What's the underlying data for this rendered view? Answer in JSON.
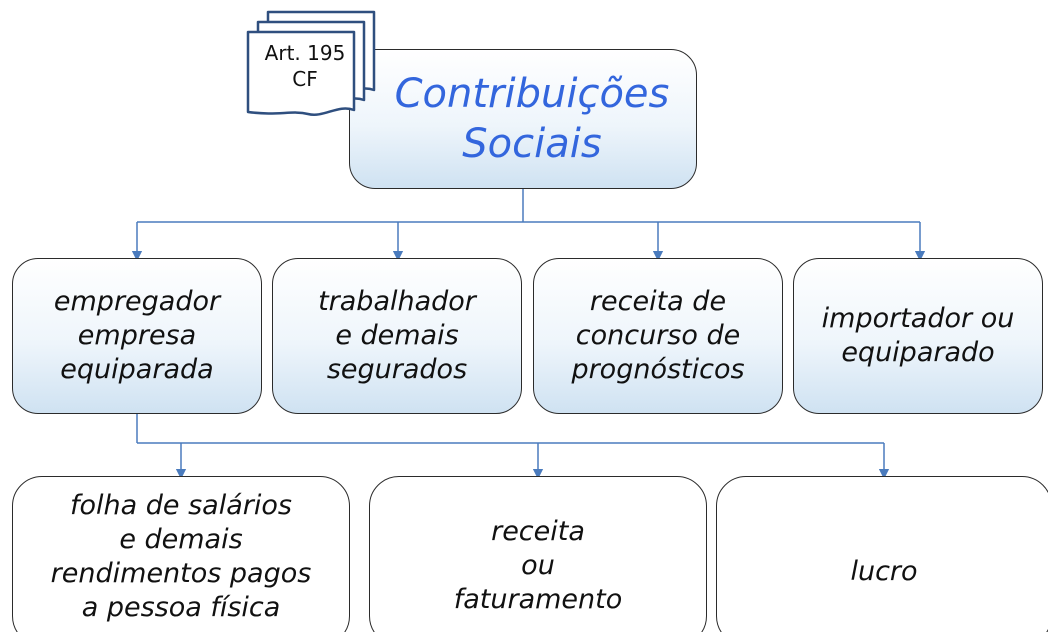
{
  "colors": {
    "title_text": "#3366dd",
    "connector": "#4a7bbd",
    "node_border": "#2b2b2b",
    "node_fill_top": "#ffffff",
    "node_fill_bottom": "#cfe2f2",
    "doc_stroke": "#2f4f7f"
  },
  "document_icon": {
    "icon": "document-stack-icon",
    "line1": "Art. 195",
    "line2": "CF"
  },
  "root": {
    "label": "Contribuições\nSociais"
  },
  "categories": [
    {
      "id": "empregador",
      "label": "empregador\nempresa\nequiparada"
    },
    {
      "id": "trabalhador",
      "label": "trabalhador\ne demais\nsegurados"
    },
    {
      "id": "receita",
      "label": "receita de\nconcurso de\nprognósticos"
    },
    {
      "id": "importador",
      "label": "importador ou\nequiparado"
    }
  ],
  "bases": [
    {
      "id": "folha",
      "label": "folha de salários\ne demais\nrendimentos pagos\na pessoa física"
    },
    {
      "id": "receita_fat",
      "label": "receita\nou\nfaturamento"
    },
    {
      "id": "lucro",
      "label": "lucro"
    }
  ]
}
